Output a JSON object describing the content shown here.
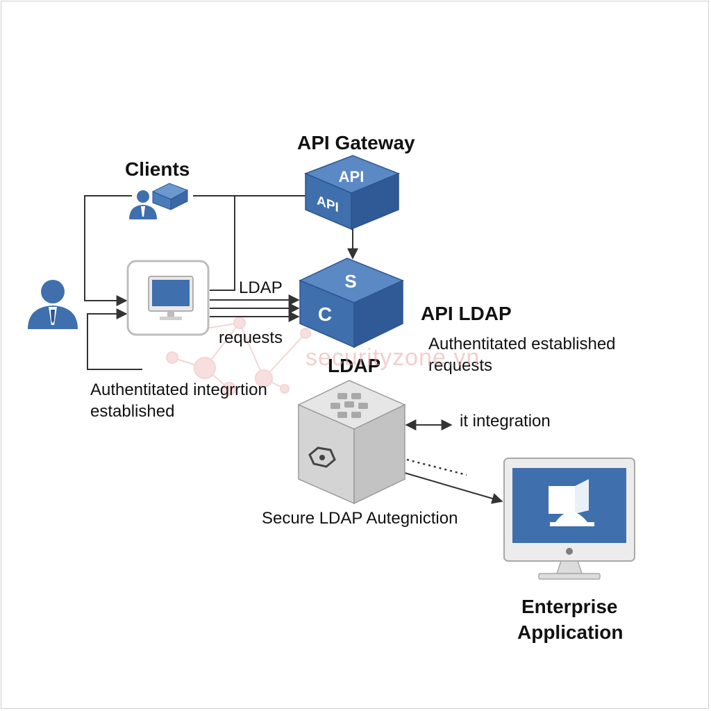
{
  "labels": {
    "api_gateway": "API Gateway",
    "clients": "Clients",
    "ldap_edge": "LDAP",
    "requests": "requests",
    "api_ldap": "API LDAP",
    "auth_requests_1": "Authentitated established",
    "auth_requests_2": "requests",
    "ldap_server": "LDAP",
    "auth_integration_1": "Authentitated integrrtion",
    "auth_integration_2": "established",
    "it_integration": "it integration",
    "secure_ldap": "Secure LDAP Autegniction",
    "enterprise_1": "Enterprise",
    "enterprise_2": "Application"
  },
  "cube_text": {
    "api_top": "API",
    "api_front": "API",
    "ldap_top": "S",
    "ldap_front": "C"
  },
  "watermark": "securityzone.vn",
  "colors": {
    "blue": "#3f6fad",
    "blue_dark": "#2c5590",
    "blue_light": "#5a89c4",
    "gray_cube": "#d4d4d4",
    "line": "#333333",
    "watermark": "#e9a8a8"
  },
  "icons": [
    "user-icon",
    "users-icon",
    "monitor-icon",
    "computer-icon",
    "network-icon"
  ]
}
